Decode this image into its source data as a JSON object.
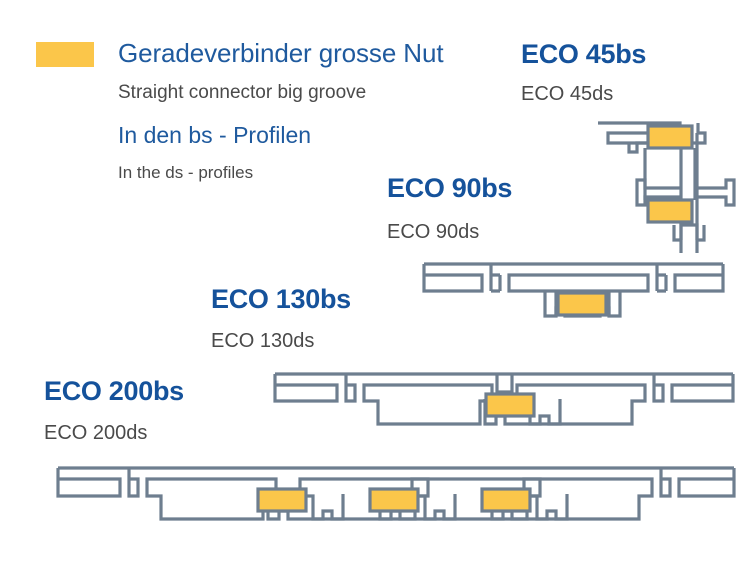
{
  "legend": {
    "swatch_color": "#FBC64A",
    "title_de": "Geradeverbinder grosse Nut",
    "title_en": "Straight connector big groove",
    "context_de": "In den bs - Profilen",
    "context_en": "In the ds - profiles"
  },
  "colors": {
    "heading_blue": "#15529B",
    "subtext_gray": "#4A4A4A",
    "profile_stroke": "#6E7E8F",
    "connector_fill": "#FBC64A",
    "background": "#FFFFFF"
  },
  "products": [
    {
      "id": "eco-45",
      "name_bs": "ECO 45bs",
      "name_ds": "ECO 45ds",
      "orientation": "vertical",
      "connector_count": 2
    },
    {
      "id": "eco-90",
      "name_bs": "ECO 90bs",
      "name_ds": "ECO 90ds",
      "orientation": "horizontal",
      "connector_count": 1
    },
    {
      "id": "eco-130",
      "name_bs": "ECO 130bs",
      "name_ds": "ECO 130ds",
      "orientation": "horizontal",
      "connector_count": 1
    },
    {
      "id": "eco-200",
      "name_bs": "ECO 200bs",
      "name_ds": "ECO 200ds",
      "orientation": "horizontal",
      "connector_count": 3
    }
  ]
}
